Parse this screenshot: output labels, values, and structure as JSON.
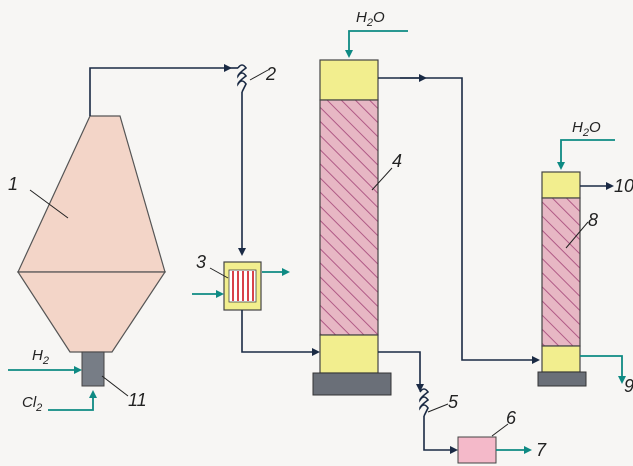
{
  "labels": {
    "n1": "1",
    "n2": "2",
    "n3": "3",
    "n4": "4",
    "n5": "5",
    "n6": "6",
    "n7": "7",
    "n8": "8",
    "n9": "9",
    "n10": "10",
    "n11": "11"
  },
  "chemicals": {
    "water_top": {
      "main": "H",
      "sub": "2",
      "tail": "O"
    },
    "water_right": {
      "main": "H",
      "sub": "2",
      "tail": "O"
    },
    "hydrogen": {
      "main": "H",
      "sub": "2"
    },
    "chlorine": {
      "main": "Cl",
      "sub": "2"
    }
  },
  "colors": {
    "reactor_fill": "#f3d5c8",
    "column_hatch_bg": "#e7b7c4",
    "column_hatch_line": "#b05a86",
    "yellow_section": "#f2ee8e",
    "base": "#6a6f78",
    "pipe": "#1a2a44",
    "flow_arrow": "#0e8a83",
    "exchanger_stripes": "#d8424a",
    "receiver": "#f4b9c9"
  }
}
